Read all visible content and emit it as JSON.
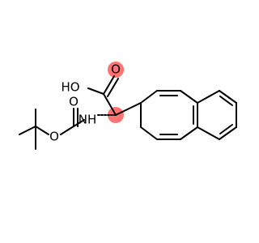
{
  "molecule": {
    "labels": {
      "hydroxyl": "HO",
      "carbonyl_oxygen_top": "O",
      "amine": "NH",
      "carbamate_oxygen_top": "O",
      "carbamate_oxygen_bottom": "O"
    },
    "highlight_color": "#ff6b6b",
    "bond_color": "#000000"
  }
}
